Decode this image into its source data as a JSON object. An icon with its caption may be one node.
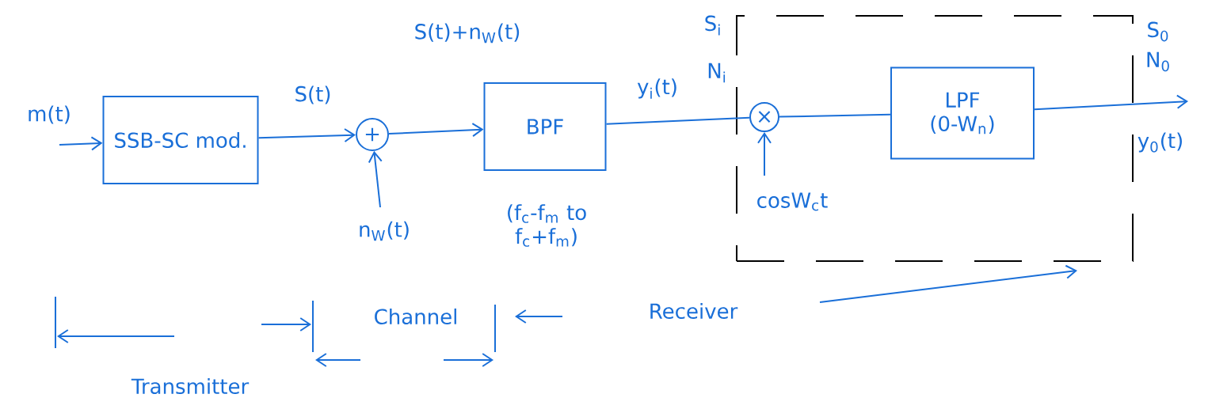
{
  "diagram": {
    "nodes": [
      {
        "text": [
          "SSB-SC mod."
        ]
      },
      {
        "text": [
          "+"
        ]
      },
      {
        "text": [
          "BPF"
        ],
        "beside": [
          "(f$_{c}$-f$_{m}$ to f$_{c}$+f$_{m}$)"
        ]
      },
      {
        "text": [],
        "shape": "box"
      },
      {
        "text": [
          "×"
        ],
        "in": 3
      },
      {
        "text": [
          "LPF",
          "(0-W$_{n}$)"
        ],
        "in": 3
      }
    ],
    "edges": [
      {
        "from": null,
        "to": 0,
        "arrow": "to",
        "label": "m(t)"
      },
      {
        "from": 0,
        "to": 1,
        "arrow": "to",
        "label": "S(t)"
      },
      {
        "from": null,
        "to": 1,
        "arrow": "to",
        "label": "n$_{W}$(t)"
      },
      {
        "from": 1,
        "to": 2,
        "arrow": "to",
        "label": "S(t)+n$_{W}$(t)"
      },
      {
        "from": 2,
        "to": 4,
        "arrow": "none",
        "label": "y$_{i}$(t)"
      },
      {
        "from": null,
        "to": 4,
        "arrow": "to",
        "label": "cosW$_{c}$t"
      },
      {
        "from": 4,
        "to": 5,
        "arrow": "none"
      },
      {
        "from": 5,
        "to": null,
        "arrow": "to",
        "label": "y$_{0}$(t)"
      }
    ],
    "labels": [
      "S$_{i}$",
      "N$_{i}$",
      "S$_{0}$",
      "N$_{0}$",
      "Channel",
      "Receiver",
      "Transmitter"
    ]
  }
}
